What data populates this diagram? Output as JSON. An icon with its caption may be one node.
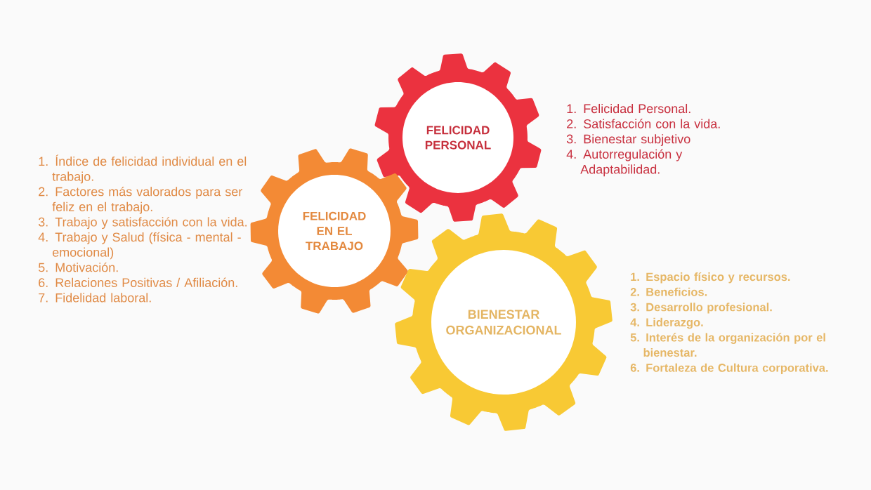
{
  "diagram": {
    "nodes": [
      {
        "text": [
          "FELICIDAD PERSONAL"
        ],
        "beside": [
          "1. Felicidad Personal.",
          "2. Satisfacción con la vida.",
          "3. Bienestar subjetivo",
          "4. Autorregulación y Adaptabilidad."
        ]
      },
      {
        "text": [
          "FELICIDAD EN EL TRABAJO"
        ],
        "beside": [
          "1. Índice de felicidad individual en el trabajo.",
          "2. Factores más valorados para ser feliz en el trabajo.",
          "3. Trabajo y satisfacción con la vida.",
          "4. Trabajo y Salud (física - mental - emocional)",
          "5. Motivación.",
          "6. Relaciones Positivas / Afiliación.",
          "7. Fidelidad laboral."
        ]
      },
      {
        "text": [
          "BIENESTAR ORGANIZACIONAL"
        ],
        "beside": [
          "1. Espacio físico y recursos.",
          "2. Beneficios.",
          "3. Desarrollo profesional.",
          "4. Liderazgo.",
          "5. Interés de la organización por el bienestar.",
          "6. Fortaleza de Cultura corporativa."
        ]
      }
    ]
  }
}
